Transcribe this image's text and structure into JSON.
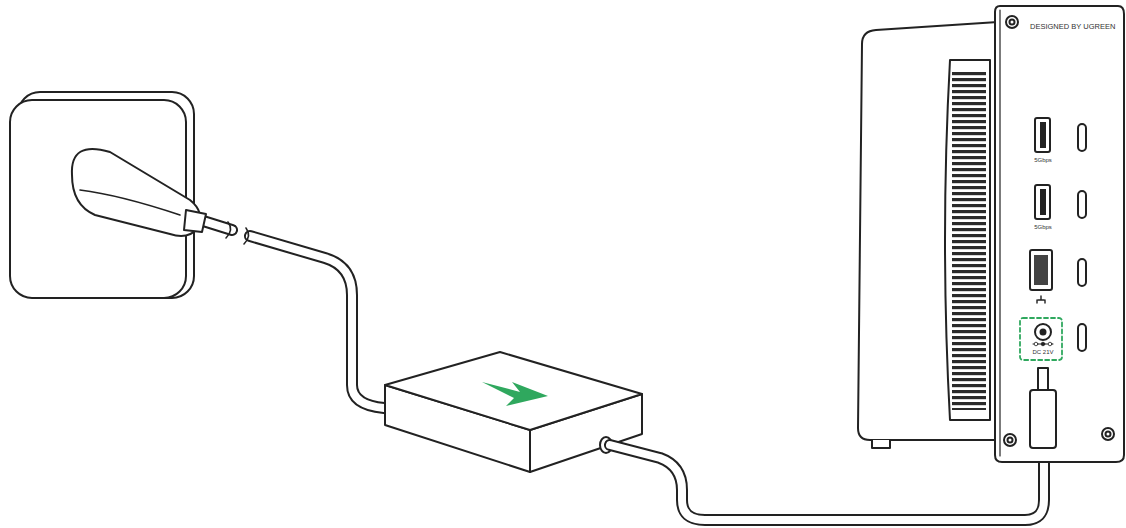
{
  "diagram": {
    "labels": [
      "DESIGNED BY UGREEN",
      "5Gbps",
      "5Gbps",
      "DC 21V"
    ]
  }
}
